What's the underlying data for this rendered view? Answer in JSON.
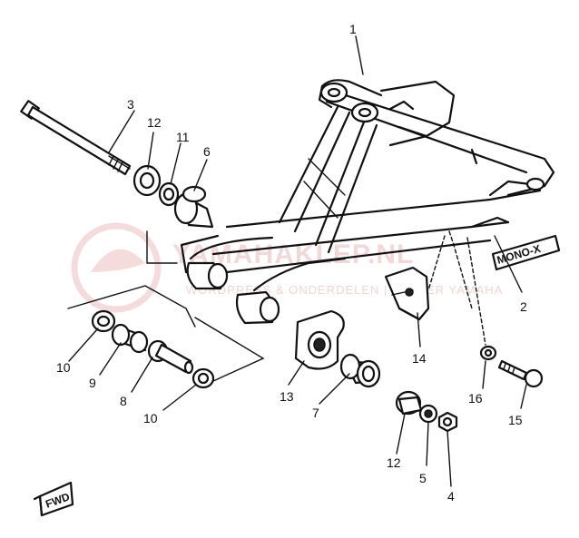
{
  "watermark": {
    "title": "YAMAHAKLEP.NL",
    "subtitle": "WORDPRESS & ONDERDELEN | DEALER YAMAHA",
    "color": "#e9b9b9"
  },
  "decals": {
    "mono_x": "MONO-X",
    "fwd": "FWD"
  },
  "callouts": [
    {
      "id": "1",
      "label": "1"
    },
    {
      "id": "2",
      "label": "2"
    },
    {
      "id": "3",
      "label": "3"
    },
    {
      "id": "4",
      "label": "4"
    },
    {
      "id": "5",
      "label": "5"
    },
    {
      "id": "6",
      "label": "6"
    },
    {
      "id": "7",
      "label": "7"
    },
    {
      "id": "8",
      "label": "8"
    },
    {
      "id": "9",
      "label": "9"
    },
    {
      "id": "10a",
      "label": "10"
    },
    {
      "id": "10b",
      "label": "10"
    },
    {
      "id": "11",
      "label": "11"
    },
    {
      "id": "12a",
      "label": "12"
    },
    {
      "id": "12b",
      "label": "12"
    },
    {
      "id": "13",
      "label": "13"
    },
    {
      "id": "14",
      "label": "14"
    },
    {
      "id": "15",
      "label": "15"
    },
    {
      "id": "16",
      "label": "16"
    }
  ]
}
